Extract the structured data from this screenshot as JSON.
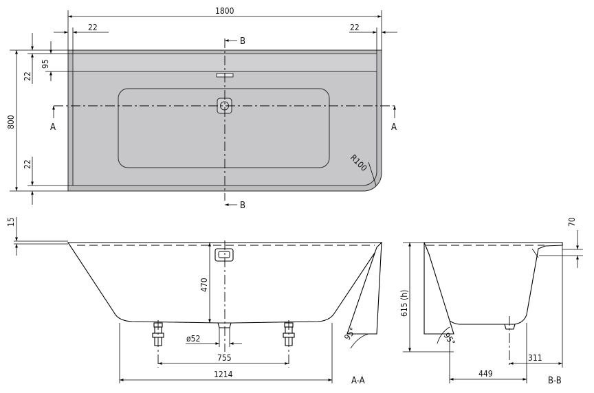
{
  "dimensions": {
    "total_length": "1800",
    "edge_left": "22",
    "edge_right": "22",
    "shelf_depth": "95",
    "side_top": "22",
    "total_width": "800",
    "side_bottom": "22",
    "corner_radius": "R100",
    "rim_thickness": "15",
    "depth_inside": "470",
    "drain_diameter": "ø52",
    "feet_spacing": "755",
    "base_length": "1214",
    "angle_a": "95°",
    "shelf_height": "70",
    "total_height": "615 (h)",
    "angle_b": "95°",
    "drain_offset": "311",
    "base_depth_b": "449"
  },
  "section_markers": {
    "b_top": "B",
    "b_bottom": "B",
    "a_left": "A",
    "a_right": "A"
  },
  "section_titles": {
    "a": "A-A",
    "b": "B-B"
  }
}
